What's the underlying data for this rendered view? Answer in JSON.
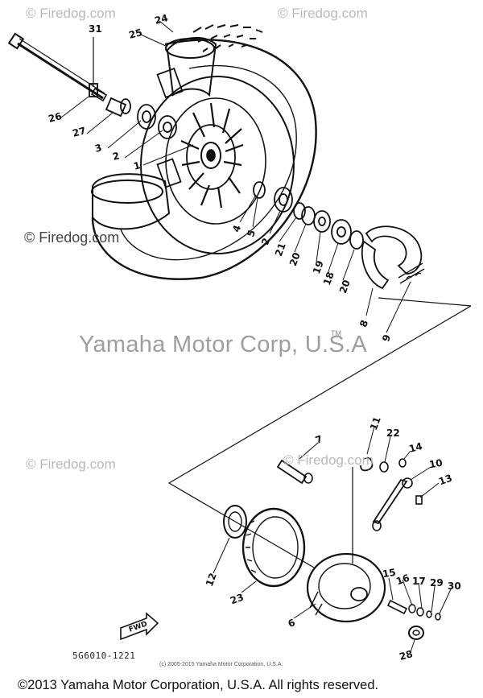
{
  "watermarks": {
    "firedog_top_left": "© Firedog.com",
    "firedog_top_right": "© Firedog.com",
    "firedog_mid_left": "© Firedog.com",
    "firedog_lower_left": "© Firedog.com",
    "firedog_lower_mid": "© Firedog.com",
    "center": "Yamaha Motor Corp, U.S.A",
    "trademark": "TM"
  },
  "diagram": {
    "code": "5G6010-1221",
    "small_copyright": "(c) 2005-2015 Yamaha Motor Corporation, U.S.A.",
    "fwd_label": "FWD"
  },
  "callouts": [
    "31",
    "24",
    "25",
    "26",
    "27",
    "3",
    "2",
    "1",
    "4",
    "5",
    "2",
    "21",
    "20",
    "19",
    "18",
    "20",
    "8",
    "9",
    "7",
    "11",
    "22",
    "14",
    "10",
    "13",
    "12",
    "23",
    "6",
    "15",
    "16",
    "17",
    "29",
    "30",
    "28"
  ],
  "footer": "©2013 Yamaha Motor Corporation, U.S.A. All rights reserved."
}
